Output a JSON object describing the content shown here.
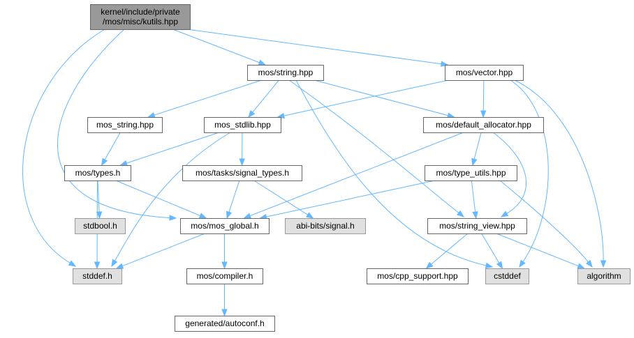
{
  "title": "kernel/include/private/mos/misc/kutils.hpp include dependency graph",
  "nodes": [
    {
      "id": "kutils",
      "label_lines": [
        "kernel/include/private",
        "/mos/misc/kutils.hpp"
      ],
      "style": "root"
    },
    {
      "id": "string_hpp",
      "label_lines": [
        "mos/string.hpp"
      ],
      "style": "normal"
    },
    {
      "id": "vector_hpp",
      "label_lines": [
        "mos/vector.hpp"
      ],
      "style": "normal"
    },
    {
      "id": "mos_string_hpp",
      "label_lines": [
        "mos_string.hpp"
      ],
      "style": "normal"
    },
    {
      "id": "mos_stdlib_hpp",
      "label_lines": [
        "mos_stdlib.hpp"
      ],
      "style": "normal"
    },
    {
      "id": "default_allocator_hpp",
      "label_lines": [
        "mos/default_allocator.hpp"
      ],
      "style": "normal"
    },
    {
      "id": "types_h",
      "label_lines": [
        "mos/types.h"
      ],
      "style": "normal"
    },
    {
      "id": "signal_types_h",
      "label_lines": [
        "mos/tasks/signal_types.h"
      ],
      "style": "normal"
    },
    {
      "id": "type_utils_hpp",
      "label_lines": [
        "mos/type_utils.hpp"
      ],
      "style": "normal"
    },
    {
      "id": "stdbool_h",
      "label_lines": [
        "stdbool.h"
      ],
      "style": "sys"
    },
    {
      "id": "mos_global_h",
      "label_lines": [
        "mos/mos_global.h"
      ],
      "style": "normal"
    },
    {
      "id": "abi_signal_h",
      "label_lines": [
        "abi-bits/signal.h"
      ],
      "style": "sys"
    },
    {
      "id": "string_view_hpp",
      "label_lines": [
        "mos/string_view.hpp"
      ],
      "style": "normal"
    },
    {
      "id": "stddef_h",
      "label_lines": [
        "stddef.h"
      ],
      "style": "sys"
    },
    {
      "id": "compiler_h",
      "label_lines": [
        "mos/compiler.h"
      ],
      "style": "normal"
    },
    {
      "id": "cpp_support_hpp",
      "label_lines": [
        "mos/cpp_support.hpp"
      ],
      "style": "normal"
    },
    {
      "id": "cstddef",
      "label_lines": [
        "cstddef"
      ],
      "style": "sys"
    },
    {
      "id": "algorithm",
      "label_lines": [
        "algorithm"
      ],
      "style": "sys"
    },
    {
      "id": "autoconf_h",
      "label_lines": [
        "generated/autoconf.h"
      ],
      "style": "normal"
    }
  ],
  "edges": [
    {
      "from": "kutils",
      "to": "string_hpp"
    },
    {
      "from": "kutils",
      "to": "vector_hpp"
    },
    {
      "from": "kutils",
      "to": "mos_global_h"
    },
    {
      "from": "kutils",
      "to": "stddef_h"
    },
    {
      "from": "string_hpp",
      "to": "mos_string_hpp"
    },
    {
      "from": "string_hpp",
      "to": "mos_stdlib_hpp"
    },
    {
      "from": "string_hpp",
      "to": "default_allocator_hpp"
    },
    {
      "from": "string_hpp",
      "to": "string_view_hpp"
    },
    {
      "from": "string_hpp",
      "to": "cstddef"
    },
    {
      "from": "vector_hpp",
      "to": "mos_stdlib_hpp"
    },
    {
      "from": "vector_hpp",
      "to": "default_allocator_hpp"
    },
    {
      "from": "vector_hpp",
      "to": "cstddef"
    },
    {
      "from": "vector_hpp",
      "to": "algorithm"
    },
    {
      "from": "mos_string_hpp",
      "to": "types_h"
    },
    {
      "from": "mos_stdlib_hpp",
      "to": "types_h"
    },
    {
      "from": "mos_stdlib_hpp",
      "to": "signal_types_h"
    },
    {
      "from": "mos_stdlib_hpp",
      "to": "stddef_h"
    },
    {
      "from": "default_allocator_hpp",
      "to": "mos_global_h"
    },
    {
      "from": "default_allocator_hpp",
      "to": "type_utils_hpp"
    },
    {
      "from": "default_allocator_hpp",
      "to": "string_view_hpp"
    },
    {
      "from": "types_h",
      "to": "stdbool_h"
    },
    {
      "from": "types_h",
      "to": "mos_global_h"
    },
    {
      "from": "types_h",
      "to": "stddef_h"
    },
    {
      "from": "signal_types_h",
      "to": "mos_global_h"
    },
    {
      "from": "signal_types_h",
      "to": "abi_signal_h"
    },
    {
      "from": "type_utils_hpp",
      "to": "mos_global_h"
    },
    {
      "from": "type_utils_hpp",
      "to": "string_view_hpp"
    },
    {
      "from": "type_utils_hpp",
      "to": "algorithm"
    },
    {
      "from": "mos_global_h",
      "to": "stddef_h"
    },
    {
      "from": "mos_global_h",
      "to": "compiler_h"
    },
    {
      "from": "string_view_hpp",
      "to": "cpp_support_hpp"
    },
    {
      "from": "string_view_hpp",
      "to": "cstddef"
    },
    {
      "from": "string_view_hpp",
      "to": "algorithm"
    },
    {
      "from": "compiler_h",
      "to": "autoconf_h"
    }
  ]
}
